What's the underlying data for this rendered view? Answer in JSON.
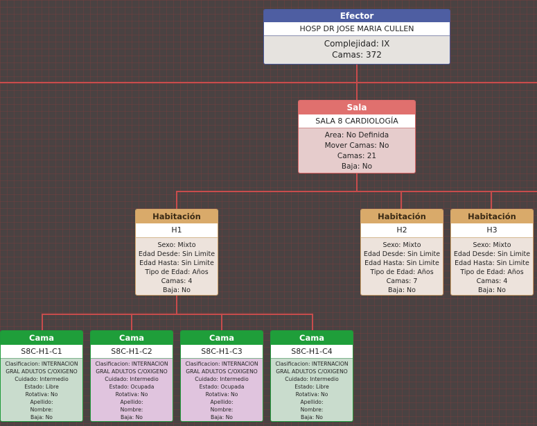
{
  "efector": {
    "header": "Efector",
    "name": "HOSP DR JOSE MARIA CULLEN",
    "lines": [
      "Complejidad: IX",
      "Camas: 372"
    ]
  },
  "sala": {
    "header": "Sala",
    "name": "SALA 8 CARDIOLOGÍA",
    "lines": [
      "Area: No Definida",
      "Mover Camas: No",
      "Camas: 21",
      "Baja: No"
    ]
  },
  "habitaciones": [
    {
      "header": "Habitación",
      "name": "H1",
      "lines": [
        "Sexo: Mixto",
        "Edad Desde: Sin Limite",
        "Edad Hasta: Sin Limite",
        "Tipo de Edad: Años",
        "Camas: 4",
        "Baja: No"
      ]
    },
    {
      "header": "Habitación",
      "name": "H2",
      "lines": [
        "Sexo: Mixto",
        "Edad Desde: Sin Limite",
        "Edad Hasta: Sin Limite",
        "Tipo de Edad: Años",
        "Camas: 7",
        "Baja: No"
      ]
    },
    {
      "header": "Habitación",
      "name": "H3",
      "lines": [
        "Sexo: Mixto",
        "Edad Desde: Sin Limite",
        "Edad Hasta: Sin Limite",
        "Tipo de Edad: Años",
        "Camas: 4",
        "Baja: No"
      ]
    }
  ],
  "camas": [
    {
      "header": "Cama",
      "name": "S8C-H1-C1",
      "status_color": "#c9dccd",
      "lines": [
        "Clasificacion: INTERNACION",
        "GRAL ADULTOS C/OXIGENO",
        "Cuidado: Intermedio",
        "Estado: Libre",
        "Rotativa: No",
        "Apellido:",
        "Nombre:",
        "Baja: No"
      ]
    },
    {
      "header": "Cama",
      "name": "S8C-H1-C2",
      "status_color": "#e0c4de",
      "lines": [
        "Clasificacion: INTERNACION",
        "GRAL ADULTOS C/OXIGENO",
        "Cuidado: Intermedio",
        "Estado: Ocupada",
        "Rotativa: No",
        "Apellido:",
        "Nombre:",
        "Baja: No"
      ]
    },
    {
      "header": "Cama",
      "name": "S8C-H1-C3",
      "status_color": "#e0c4de",
      "lines": [
        "Clasificacion: INTERNACION",
        "GRAL ADULTOS C/OXIGENO",
        "Cuidado: Intermedio",
        "Estado: Ocupada",
        "Rotativa: No",
        "Apellido:",
        "Nombre:",
        "Baja: No"
      ]
    },
    {
      "header": "Cama",
      "name": "S8C-H1-C4",
      "status_color": "#c9dccd",
      "lines": [
        "Clasificacion: INTERNACION",
        "GRAL ADULTOS C/OXIGENO",
        "Cuidado: Intermedio",
        "Estado: Libre",
        "Rotativa: No",
        "Apellido:",
        "Nombre:",
        "Baja: No"
      ]
    }
  ],
  "colors": {
    "efector": "#4e5ea2",
    "sala": "#e0706e",
    "habitacion": "#d9aa6a",
    "cama": "#1f9e3a",
    "connector": "#c84c4c"
  }
}
